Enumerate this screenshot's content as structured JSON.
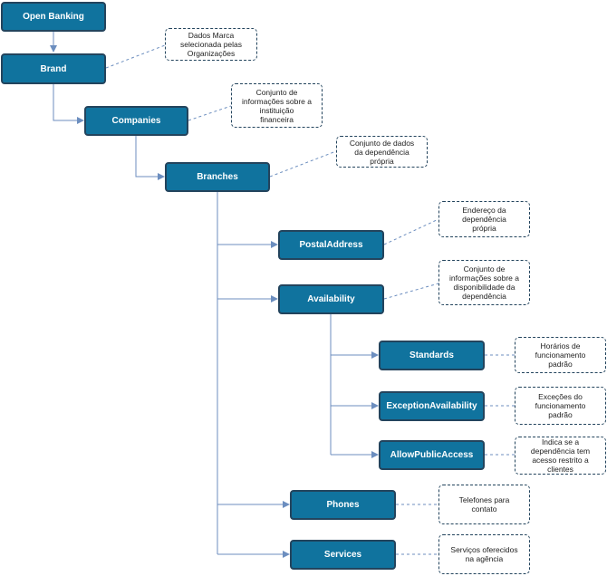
{
  "colors": {
    "node_fill": "#10739e",
    "node_border": "#23445d",
    "connector": "#6c8ebf",
    "note_border": "#23445d"
  },
  "nodes": {
    "open_banking": "Open Banking",
    "brand": "Brand",
    "companies": "Companies",
    "branches": "Branches",
    "postal_address": "PostalAddress",
    "availability": "Availability",
    "standards": "Standards",
    "exception_availability": "ExceptionAvailability",
    "allow_public_access": "AllowPublicAccess",
    "phones": "Phones",
    "services": "Services"
  },
  "notes": {
    "brand": "Dados Marca\nselecionada pelas\nOrganizações",
    "companies": "Conjunto de\ninformações sobre a\ninstituição\nfinanceira",
    "branches": "Conjunto de dados\nda dependência\nprópria",
    "postal_address": "Endereço da\ndependência\nprópria",
    "availability": "Conjunto de\ninformações sobre a\ndisponibilidade da\ndependência",
    "standards": "Horários de\nfuncionamento\npadrão",
    "exception_availability": "Exceções do\nfuncionamento\npadrão",
    "allow_public_access": "Indica se a\ndependência tem\nacesso restrito a\nclientes",
    "phones": "Telefones para\ncontato",
    "services": "Serviços oferecidos\nna agência"
  }
}
